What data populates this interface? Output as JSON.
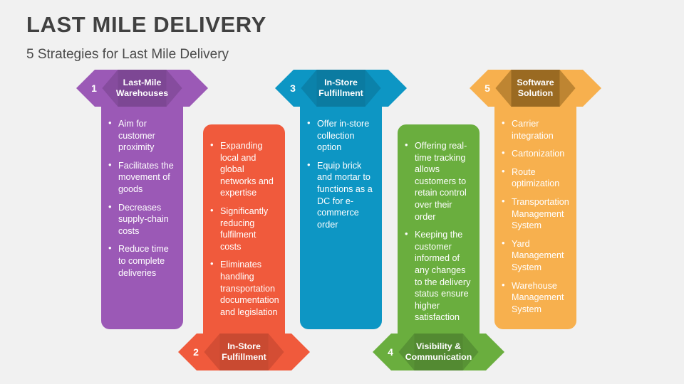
{
  "header": {
    "title": "LAST MILE DELIVERY",
    "subtitle": "5 Strategies for Last Mile Delivery",
    "title_color": "#414141"
  },
  "background_color": "#f1f1f1",
  "columns": [
    {
      "number": "1",
      "title": "Last-Mile Warehouses",
      "title_line1": "Last-Mile",
      "title_line2": "Warehouses",
      "position": "top",
      "color": "#9b59b6",
      "color_dark": "#7d4794",
      "color_mid": "#8e51a6",
      "bullets": [
        "Aim for customer proximity",
        "Facilitates the movement of goods",
        "Decreases supply-chain costs",
        "Reduce time to complete deliveries"
      ]
    },
    {
      "number": "2",
      "title": "In-Store Fulfillment",
      "title_line1": "In-Store",
      "title_line2": "Fulfillment",
      "position": "bottom",
      "color": "#f05a3c",
      "color_dark": "#c94a31",
      "color_mid": "#dd5136",
      "bullets": [
        "Expanding local and global networks and expertise",
        "Significantly reducing fulfilment costs",
        "Eliminates handling transportation documentation and legislation"
      ]
    },
    {
      "number": "3",
      "title": "In-Store Fulfillment",
      "title_line1": "In-Store",
      "title_line2": "Fulfillment",
      "position": "top",
      "color": "#0d96c4",
      "color_dark": "#0b7ba1",
      "color_mid": "#0c88b2",
      "bullets": [
        "Offer in-store collection option",
        "Equip brick and mortar to functions as a DC for e-commerce order"
      ]
    },
    {
      "number": "4",
      "title": "Visibility & Communication",
      "title_line1": "Visibility &",
      "title_line2": "Communication",
      "position": "bottom",
      "color": "#6aae3e",
      "color_dark": "#538a32",
      "color_mid": "#5d9a38",
      "bullets": [
        "Offering real-time tracking allows customers to retain control over their order",
        "Keeping the customer informed of any changes to the delivery status ensure higher satisfaction"
      ]
    },
    {
      "number": "5",
      "title": "Software Solution",
      "title_line1": "Software",
      "title_line2": "Solution",
      "position": "top",
      "color": "#f7b04e",
      "color_dark": "#9a6a22",
      "color_mid": "#dd9a3f",
      "bullets": [
        "Carrier integration",
        "Cartonization",
        "Route optimization",
        "Transportation Management System",
        "Yard Management System",
        "Warehouse Management System"
      ]
    }
  ]
}
